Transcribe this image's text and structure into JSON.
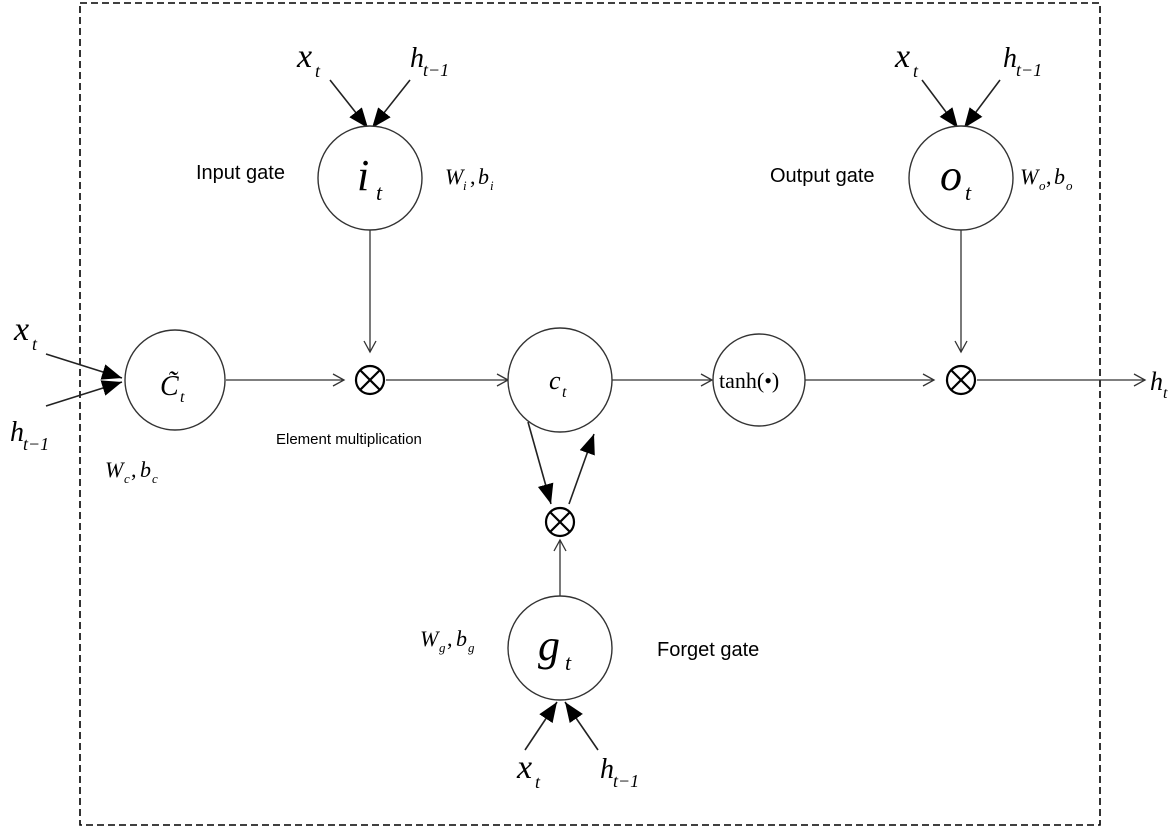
{
  "labels": {
    "input_gate": "Input gate",
    "output_gate": "Output gate",
    "forget_gate": "Forget gate",
    "element_multiplication": "Element multiplication"
  },
  "nodes": {
    "input_gate": {
      "main": "i",
      "sub": "t"
    },
    "output_gate": {
      "main": "o",
      "sub": "t"
    },
    "forget_gate": {
      "main": "g",
      "sub": "t"
    },
    "candidate": {
      "main": "C̃",
      "sub": "t"
    },
    "cell": {
      "main": "c",
      "sub": "t"
    },
    "tanh": {
      "text": "tanh(•)"
    }
  },
  "params": {
    "input": {
      "w": "W",
      "w_sub": "i",
      "b": "b",
      "b_sub": "i"
    },
    "output": {
      "w": "W",
      "w_sub": "o",
      "b": "b",
      "b_sub": "o"
    },
    "forget": {
      "w": "W",
      "w_sub": "g",
      "b": "b",
      "b_sub": "g"
    },
    "candidate": {
      "w": "W",
      "w_sub": "c",
      "b": "b",
      "b_sub": "c"
    }
  },
  "inputs": {
    "x": "x",
    "x_sub": "t",
    "h": "h",
    "h_sub": "t−1"
  },
  "output": {
    "main": "h",
    "sub": "t"
  }
}
